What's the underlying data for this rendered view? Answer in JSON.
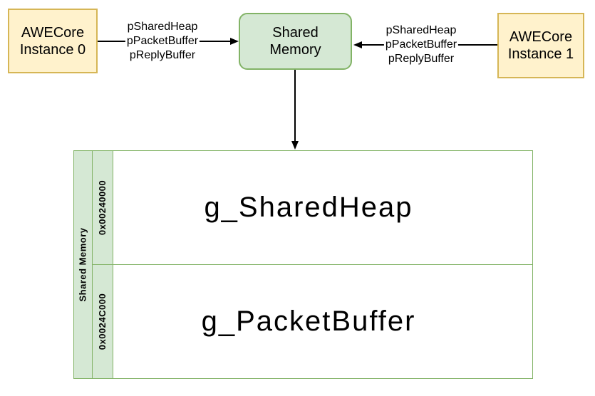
{
  "diagram": {
    "colors": {
      "yellow_node_fill": "#FFF2CC",
      "yellow_node_border": "#D6B656",
      "green_node_fill": "#D5E8D4",
      "green_node_border": "#82B366",
      "edge_color": "#000000",
      "background": "#FFFFFF"
    },
    "nodes": {
      "awecore0": {
        "lines": [
          "AWECore",
          "Instance 0"
        ]
      },
      "shared_memory": {
        "lines": [
          "Shared",
          "Memory"
        ]
      },
      "awecore1": {
        "lines": [
          "AWECore",
          "Instance 1"
        ]
      }
    },
    "edge_labels": {
      "left": [
        "pSharedHeap",
        "pPacketBuffer",
        "pReplyBuffer"
      ],
      "right": [
        "pSharedHeap",
        "pPacketBuffer",
        "pReplyBuffer"
      ]
    },
    "memory_table": {
      "side_label": "Shared Memory",
      "rows": [
        {
          "address": "0x00240000",
          "label": "g_SharedHeap"
        },
        {
          "address": "0x0024C000",
          "label": "g_PacketBuffer"
        }
      ]
    }
  }
}
